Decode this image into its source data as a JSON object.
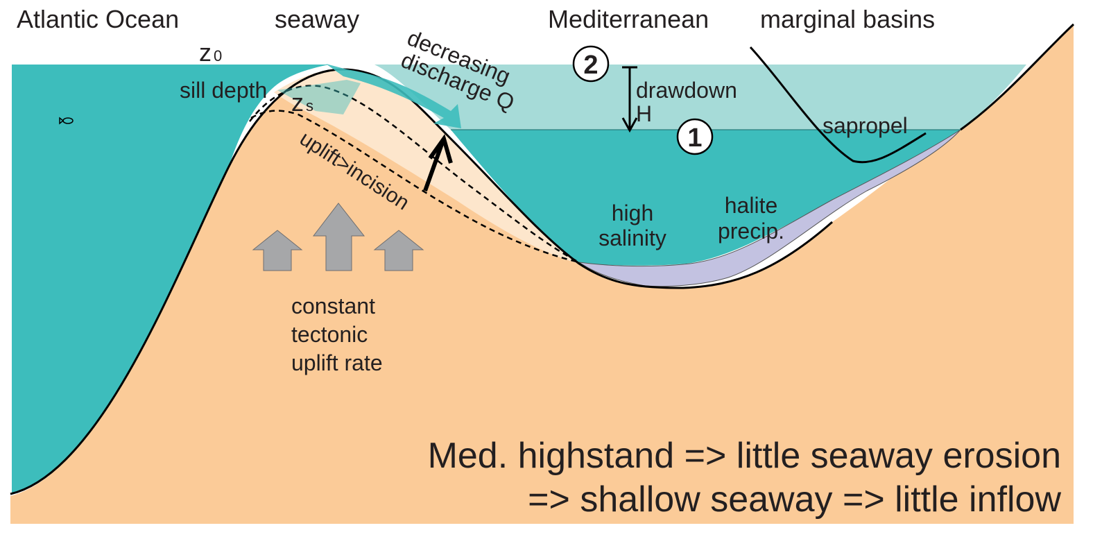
{
  "labels": {
    "atlantic": "Atlantic Ocean",
    "seaway": "seaway",
    "mediterranean": "Mediterranean",
    "marginal_basins": "marginal basins",
    "z0": "z",
    "z0_sub": "0",
    "sill_depth": "sill depth",
    "zs": "z",
    "zs_sub": "s",
    "decreasing": "decreasing",
    "discharge": "discharge Q",
    "drawdown": "drawdown",
    "drawdown_h": "H",
    "sapropel": "sapropel",
    "uplift_incision": "uplift>incision",
    "high": "high",
    "salinity": "salinity",
    "halite": "halite",
    "precip": "precip.",
    "constant": "constant",
    "tectonic": "tectonic",
    "uplift_rate": "uplift rate",
    "level_2": "2",
    "level_1": "1",
    "caption_line1": "Med. highstand => little seaway erosion",
    "caption_line2": "=> shallow seaway => little inflow"
  },
  "colors": {
    "sediment": "#fbcb98",
    "sill_fill": "#fde6cc",
    "sill_fill_inner": "#fcd9b3",
    "ocean": "#3dbdbc",
    "highstand_water": "#a6dbd8",
    "halite": "#c3c2e1",
    "arrow_flow": "#3dbdbc",
    "uplift_arrow": "#a6a7a9",
    "outline": "#000000"
  },
  "icons": {
    "fish": "fish-icon",
    "uplift": "uplift-arrow-icon",
    "flow": "flow-arrow-icon"
  }
}
